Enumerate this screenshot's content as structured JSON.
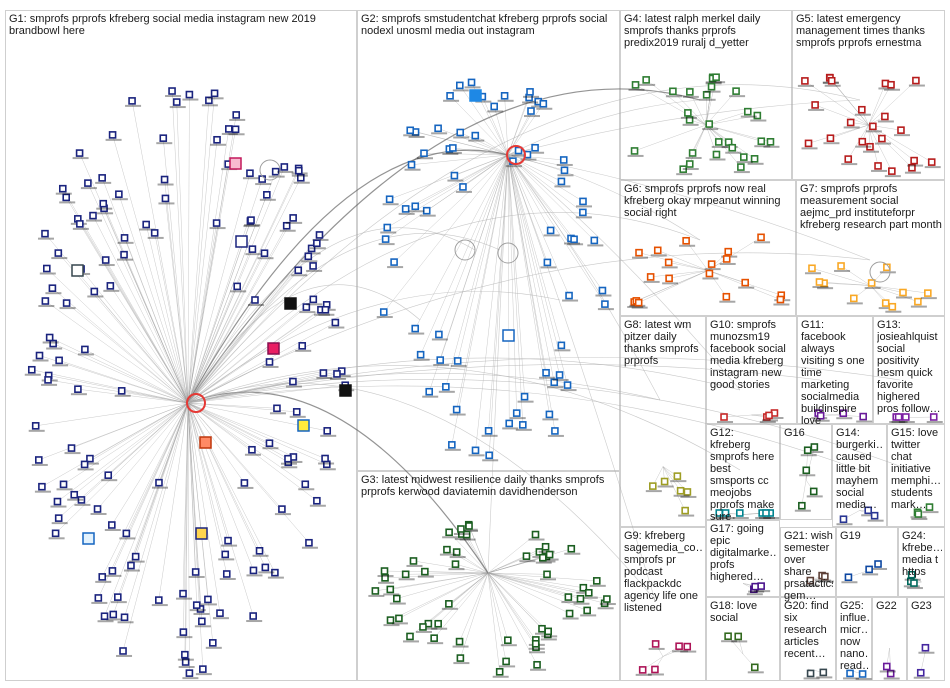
{
  "graph": {
    "groups": [
      {
        "id": "G1",
        "label": "G1: smprofs prprofs kfreberg social media instagram new 2019 brandbowl here",
        "color": "#1a237e"
      },
      {
        "id": "G2",
        "label": "G2: smprofs smstudentchat kfreberg prprofs social nodexl unosml media out instagram",
        "color": "#1565c0"
      },
      {
        "id": "G3",
        "label": "G3: latest midwest resilience daily thanks smprofs prprofs kerwood daviatemin davidhenderson",
        "color": "#1b5e20"
      },
      {
        "id": "G4",
        "label": "G4: latest ralph merkel daily smprofs thanks prprofs predix2019 ruralj d_yetter",
        "color": "#2e7d32"
      },
      {
        "id": "G5",
        "label": "G5: latest emergency management times thanks smprofs prprofs ernestma",
        "color": "#b71c1c"
      },
      {
        "id": "G6",
        "label": "G6: smprofs prprofs now real kfreberg okay mrpeanut winning social right",
        "color": "#e65100"
      },
      {
        "id": "G7",
        "label": "G7: smprofs prprofs measurement social aejmc_prd instituteforpr kfreberg research part month",
        "color": "#f9a825"
      },
      {
        "id": "G8",
        "label": "G8: latest wm pitzer daily thanks smprofs prprofs",
        "color": "#9e9d24"
      },
      {
        "id": "G9",
        "label": "G9: kfreberg sagemedia_co… smprofs pr podcast flackpackdc agency life one listened",
        "color": "#ad1457"
      },
      {
        "id": "G10",
        "label": "G10: smprofs munozsm19 facebook social media kfreberg instagram new good stories",
        "color": "#c62828"
      },
      {
        "id": "G11",
        "label": "G11: facebook always visiting s one time marketing socialmedia buildinspire love",
        "color": "#6a1b9a"
      },
      {
        "id": "G12",
        "label": "G12: kfreberg smprofs here best smsports cc meojobs prprofs make sure",
        "color": "#00838f"
      },
      {
        "id": "G13",
        "label": "G13: josieahlquist social positivity hesm quick favorite highered pros follow…",
        "color": "#7b1fa2"
      },
      {
        "id": "G14",
        "label": "G14: burgerki… caused little bit mayhem social media…",
        "color": "#283593"
      },
      {
        "id": "G15",
        "label": "G15: love twitter chat initiative memphi… students mark…",
        "color": "#2e7d32"
      },
      {
        "id": "G16",
        "label": "G16",
        "color": "#1b5e20"
      },
      {
        "id": "G17",
        "label": "G17: going epic digitalmarke… profs highered…",
        "color": "#4a148c"
      },
      {
        "id": "G18",
        "label": "G18: love social",
        "color": "#33691e"
      },
      {
        "id": "G19",
        "label": "G19",
        "color": "#0d47a1"
      },
      {
        "id": "G20",
        "label": "G20: find six research articles recent…",
        "color": "#37474f"
      },
      {
        "id": "G21",
        "label": "G21: wish semester over share prsatactics gem…",
        "color": "#5d4037"
      },
      {
        "id": "G22",
        "label": "G22",
        "color": "#6a1b9a"
      },
      {
        "id": "G23",
        "label": "G23",
        "color": "#4527a0"
      },
      {
        "id": "G24",
        "label": "G24: kfrebe… media t https",
        "color": "#00695c"
      },
      {
        "id": "G25",
        "label": "G25: influe… micr… now nano… read…",
        "color": "#1565c0"
      }
    ]
  }
}
